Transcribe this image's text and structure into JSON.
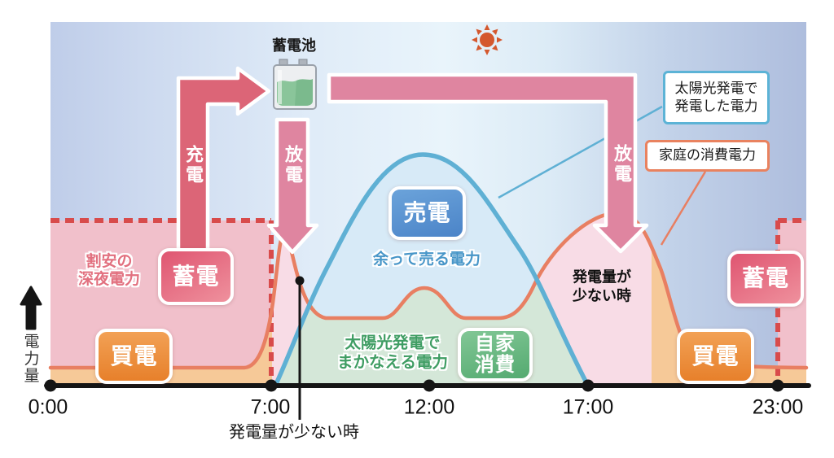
{
  "figure": {
    "battery_label": "蓄電池",
    "y_axis_label": "電力量"
  },
  "axis_ticks": [
    "0:00",
    "7:00",
    "12:00",
    "17:00",
    "23:00"
  ],
  "flow_labels": {
    "charge": "充電",
    "discharge_morning": "放電",
    "discharge_evening": "放電"
  },
  "badges": {
    "store_left": "蓄電",
    "buy_left": "買電",
    "sell": "売電",
    "self_consumption": "自家\n消費",
    "store_right": "蓄電",
    "buy_right": "買電"
  },
  "annotations": {
    "cheap_night_power": "割安の\n深夜電力",
    "surplus_sold_power": "余って売る電力",
    "solar_covered_power": "太陽光発電で\nまかなえる電力",
    "low_generation_morning": "発電量が少ない時",
    "low_generation_evening": "発電量が\n少ない時"
  },
  "callouts": {
    "solar_generated": "太陽光発電で\n発電した電力",
    "home_consumption": "家庭の消費電力"
  },
  "icons": {
    "sun": "sun-icon",
    "moon_left": "moon-icon",
    "moon_right": "moon-icon",
    "battery": "battery-icon"
  },
  "colors": {
    "sky_night": "#bfcde9",
    "sky_day": "#e9f4fb",
    "sky_evening": "#aebddd",
    "night_power_fill": "#f1c0cb",
    "discharge_fill": "#f8dce6",
    "buy_fill": "#f6c998",
    "self_fill": "#d4e7d8",
    "sell_fill": "#d7eaf7",
    "consumption_line": "#e87f62",
    "solar_line": "#5fb0d4",
    "dashed_line": "#d84b4b",
    "charge_arrow": "#dc6577",
    "discharge_arrow": "#df85a0",
    "axis_black": "#151515",
    "sun_color": "#d4582e",
    "moon_color": "#ece67c",
    "cheap_night_text": "#e2707f",
    "surplus_text": "#4896c8",
    "solar_covered_text": "#3f9d63",
    "badge_store_grad": "linear-gradient(150deg,#e05873 5%,#ee8e9b 95%)",
    "badge_buy_grad": "linear-gradient(180deg,#f2a155,#e7802b)",
    "badge_sell_grad": "linear-gradient(165deg,#6ba3da,#4b84c8)",
    "badge_self_grad": "linear-gradient(165deg,#82c796,#54aa70)",
    "callout_solar_border": "#5cb3d6",
    "callout_home_border": "#e9825f"
  }
}
